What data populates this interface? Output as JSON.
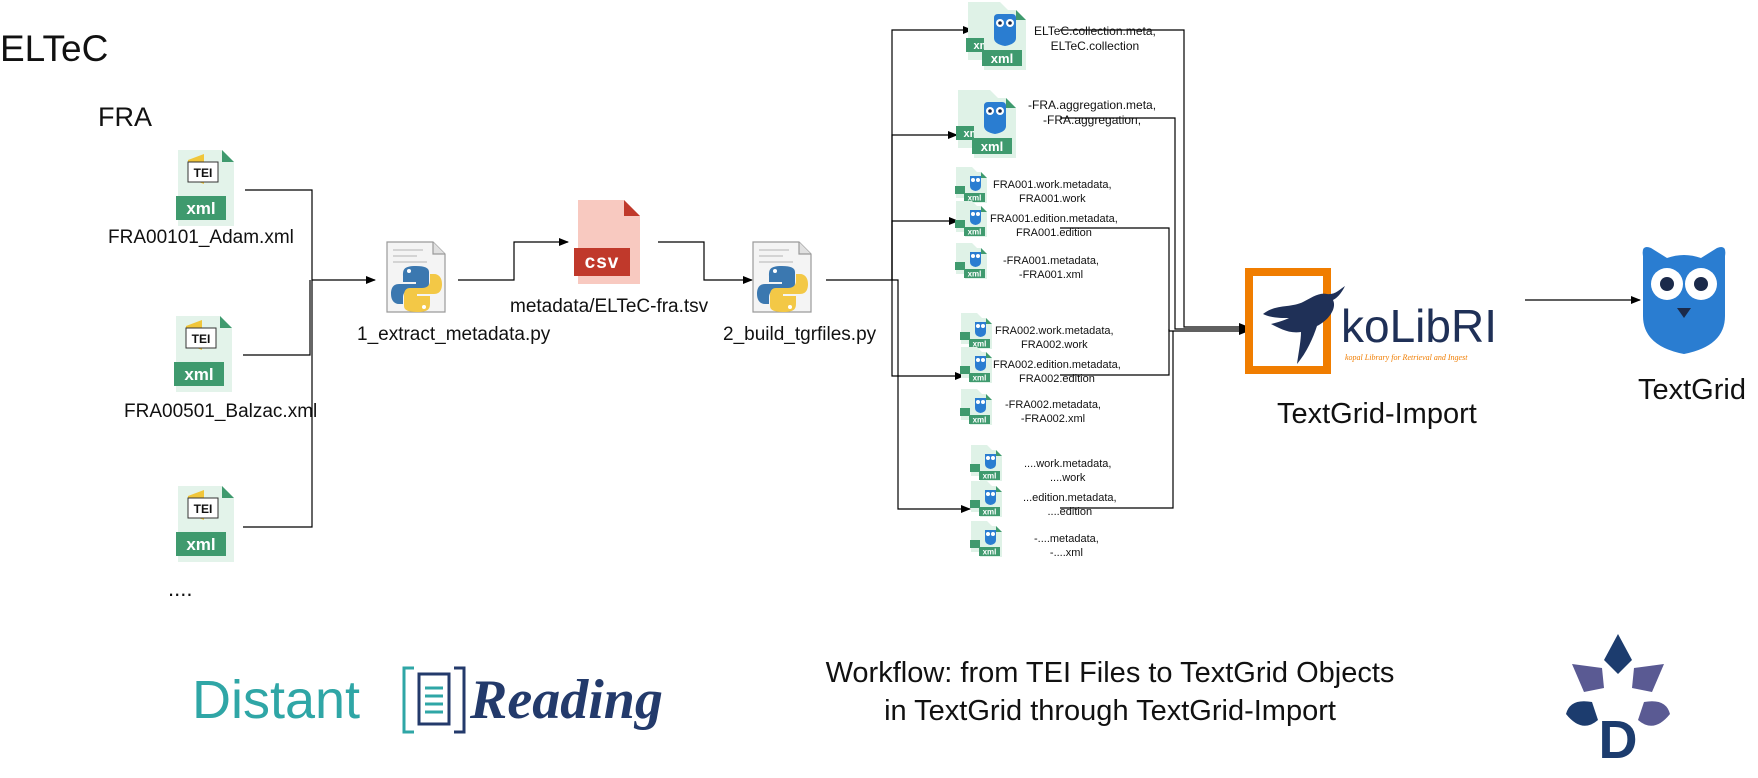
{
  "corpus": {
    "title": "ELTeC",
    "language": "FRA"
  },
  "sources": [
    {
      "label": "FRA00101_Adam.xml"
    },
    {
      "label": "FRA00501_Balzac.xml"
    },
    {
      "label": ""
    }
  ],
  "sources_more": "....",
  "icons": {
    "tei_badge": "TEI",
    "xml_badge": "xml",
    "csv_badge": "csv"
  },
  "steps": {
    "extract": "1_extract_metadata.py",
    "csv": "metadata/ELTeC-fra.tsv",
    "build": "2_build_tgrfiles.py"
  },
  "outputs": [
    {
      "line1": "ELTeC.collection.meta,",
      "line2": "ELTeC.collection"
    },
    {
      "line1": "-FRA.aggregation.meta,",
      "line2": "-FRA.aggregation,"
    },
    {
      "line1": "FRA001.work.metadata,",
      "line2": "FRA001.work"
    },
    {
      "line1": "FRA001.edition.metadata,",
      "line2": "FRA001.edition"
    },
    {
      "line1": "-FRA001.metadata,",
      "line2": "-FRA001.xml"
    },
    {
      "line1": "FRA002.work.metadata,",
      "line2": "FRA002.work"
    },
    {
      "line1": "FRA002.edition.metadata,",
      "line2": "FRA002.edition"
    },
    {
      "line1": "-FRA002.metadata,",
      "line2": "-FRA002.xml"
    },
    {
      "line1": "....work.metadata,",
      "line2": "....work"
    },
    {
      "line1": "...edition.metadata,",
      "line2": "....edition"
    },
    {
      "line1": "-....metadata,",
      "line2": "-....xml"
    }
  ],
  "import": {
    "logo_text": "koLibRI",
    "logo_tagline": "kopal Library for Retrieval and Ingest",
    "label": "TextGrid-Import"
  },
  "target": {
    "label": "TextGrid"
  },
  "footer": {
    "brand_part1": "Distant",
    "brand_part2": "Reading",
    "caption_line1": "Workflow: from TEI Files to TextGrid Objects",
    "caption_line2": "in TextGrid through TextGrid-Import",
    "dariah_letter": "D"
  },
  "colors": {
    "xml_green": "#3f9a6e",
    "xml_green_light": "#dff2e7",
    "csv_red": "#c0392b",
    "csv_pink": "#f8c9c0",
    "python_blue": "#3b78b0",
    "python_yellow": "#f3c846",
    "kolibri_orange": "#f07d00",
    "kolibri_navy": "#1f3057",
    "textgrid_blue": "#2a7dd1",
    "distant_teal": "#2fa6a6",
    "reading_navy": "#233a6b",
    "dariah_navy": "#1c3c6e",
    "dariah_purple": "#5a5a93"
  }
}
